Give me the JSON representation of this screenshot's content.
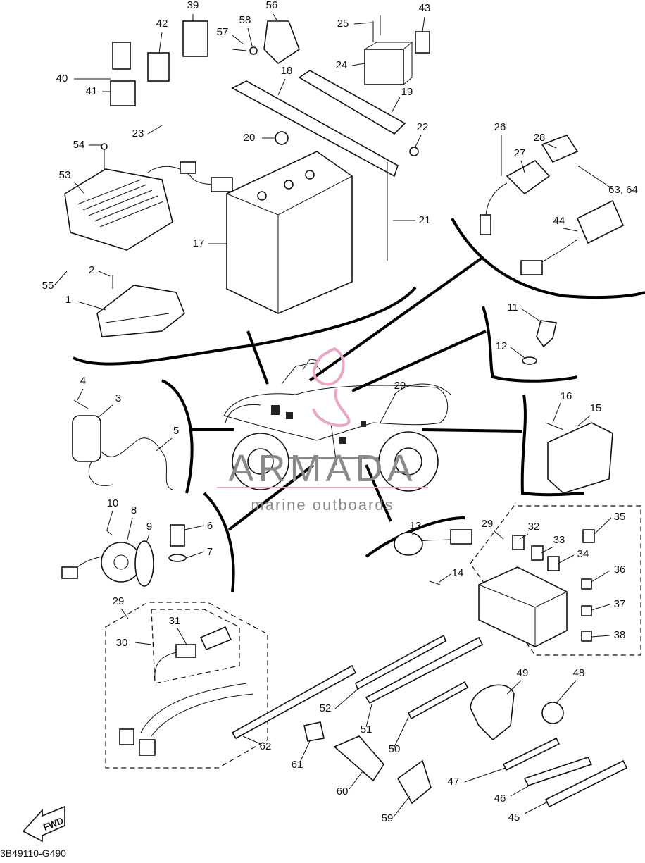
{
  "diagram": {
    "code": "3B49110-G490",
    "fwd_label": "FWD",
    "watermark": {
      "title": "ARMADA",
      "subtitle": "marine outboards",
      "accent_color": "#e9a6c6"
    },
    "callouts": [
      "1",
      "2",
      "3",
      "4",
      "5",
      "6",
      "7",
      "8",
      "9",
      "10",
      "11",
      "12",
      "13",
      "14",
      "15",
      "16",
      "17",
      "18",
      "19",
      "20",
      "21",
      "22",
      "23",
      "24",
      "25",
      "26",
      "27",
      "28",
      "29",
      "29",
      "29",
      "30",
      "31",
      "32",
      "33",
      "34",
      "35",
      "36",
      "37",
      "38",
      "39",
      "40",
      "41",
      "42",
      "43",
      "44",
      "45",
      "46",
      "47",
      "48",
      "49",
      "50",
      "51",
      "52",
      "53",
      "54",
      "55",
      "56",
      "57",
      "58",
      "59",
      "60",
      "61",
      "62",
      "63, 64"
    ]
  }
}
